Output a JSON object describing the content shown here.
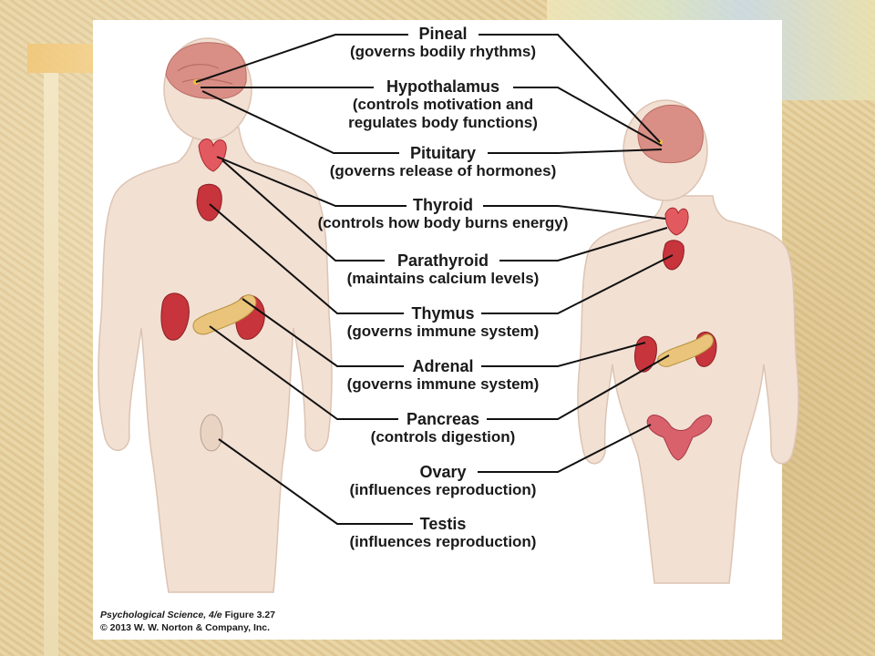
{
  "labels": [
    {
      "id": "pineal",
      "name": "Pineal",
      "desc": "(governs bodily rhythms)"
    },
    {
      "id": "hypothalamus",
      "name": "Hypothalamus",
      "desc": "(controls motivation and regulates body functions)",
      "desc_line1": "(controls motivation and",
      "desc_line2": "regulates body functions)"
    },
    {
      "id": "pituitary",
      "name": "Pituitary",
      "desc": "(governs release of hormones)"
    },
    {
      "id": "thyroid",
      "name": "Thyroid",
      "desc": "(controls how body burns energy)"
    },
    {
      "id": "parathyroid",
      "name": "Parathyroid",
      "desc": "(maintains calcium levels)"
    },
    {
      "id": "thymus",
      "name": "Thymus",
      "desc": "(governs immune system)"
    },
    {
      "id": "adrenal",
      "name": "Adrenal",
      "desc": "(governs immune system)"
    },
    {
      "id": "pancreas",
      "name": "Pancreas",
      "desc": "(controls digestion)"
    },
    {
      "id": "ovary",
      "name": "Ovary",
      "desc": "(influences reproduction)"
    },
    {
      "id": "testis",
      "name": "Testis",
      "desc": "(influences reproduction)"
    }
  ],
  "credit": {
    "book": "Psychological Science, 4/e",
    "figure": "Figure 3.27",
    "copyright": "© 2013 W. W. Norton & Company, Inc."
  },
  "colors": {
    "skin": "#f2e0d3",
    "skin_shadow": "#e3cbbb",
    "brain": "#d98f86",
    "gland_red": "#c8343b",
    "pancreas": "#e9c47a",
    "line": "#111111"
  }
}
